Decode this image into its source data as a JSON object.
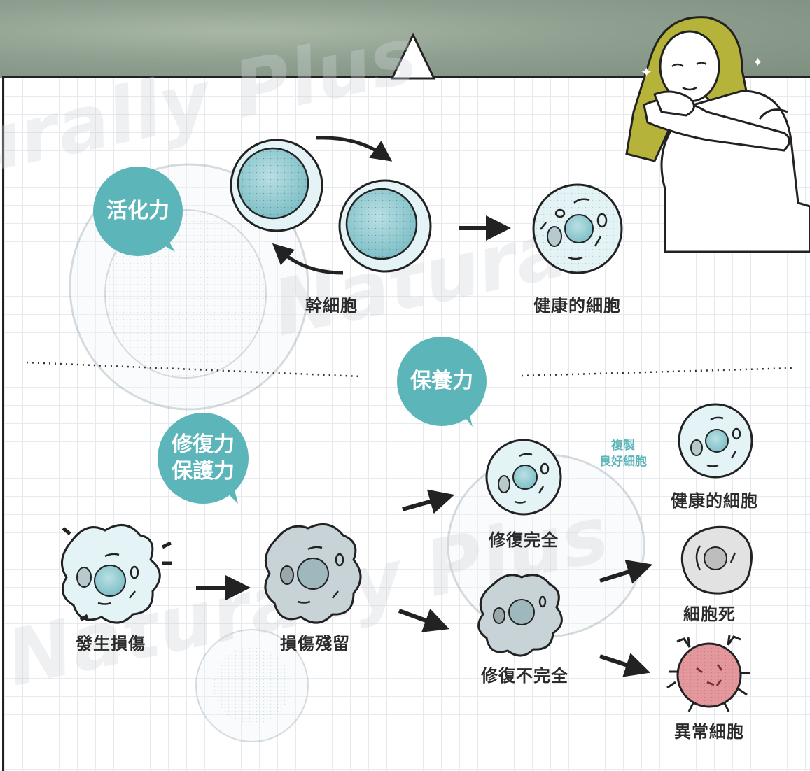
{
  "watermark": "Naturally Plus",
  "sections": {
    "top": {
      "badge": "活化力",
      "stem_cell_label": "幹細胞",
      "healthy_cell_label": "健康的細胞"
    },
    "bottom": {
      "badge_center": "保養力",
      "badge_left_line1": "修復力",
      "badge_left_line2": "保護力",
      "damage_label": "發生損傷",
      "residual_label": "損傷殘留",
      "complete_label": "修復完全",
      "incomplete_label": "修復不完全",
      "replication_note_line1": "複製",
      "replication_note_line2": "良好細胞",
      "healthy_cell_label": "健康的細胞",
      "cell_death_label": "細胞死",
      "abnormal_cell_label": "異常細胞"
    }
  },
  "colors": {
    "teal": "#5bb5b9",
    "cell_fill": "#d9eef3",
    "nucleus": "#9fd0d6",
    "grey_cell": "#c7d3d6",
    "abnormal": "#e6979b",
    "hair": "#b6b33a"
  }
}
